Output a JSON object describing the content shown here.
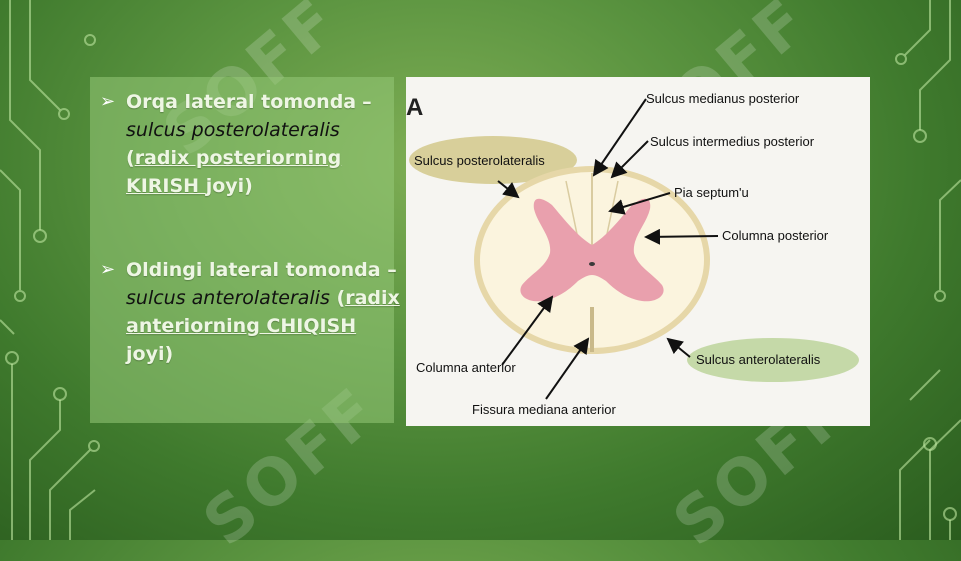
{
  "slide": {
    "bullet1": {
      "p1": "Orqa lateral tomonda",
      "p2": "– ",
      "p3": "sulcus posterolateralis",
      "p4": "(",
      "p5": "radix posteriorning KIRISH ",
      "p6": "joyi)"
    },
    "bullet2": {
      "p1": "Oldingi lateral tomonda – ",
      "p2": "sulcus anterolateralis",
      "p3": " (",
      "p4": "radix anteriorning CHIQISH",
      "p5": " joyi)"
    }
  },
  "diagram": {
    "letter": "A",
    "labels": {
      "sulcus_medianus_posterior": "Sulcus medianus posterior",
      "sulcus_intermedius_posterior": "Sulcus intermedius posterior",
      "sulcus_posterolateralis": "Sulcus posterolateralis",
      "pia_septum": "Pia septum'u",
      "columna_posterior": "Columna posterior",
      "sulcus_anterolateralis": "Sulcus anterolateralis",
      "columna_anterior": "Columna anterior",
      "fissura_mediana_anterior": "Fissura mediana anterior"
    }
  },
  "watermark": "SOFF",
  "colors": {
    "background": "#5b9440",
    "textbox": "#96c878",
    "gray_matter": "#e9a0ad",
    "white_matter": "#fbf4de",
    "label_oval": "#d8cf9a",
    "label_oval_green": "#c5d9a8"
  }
}
